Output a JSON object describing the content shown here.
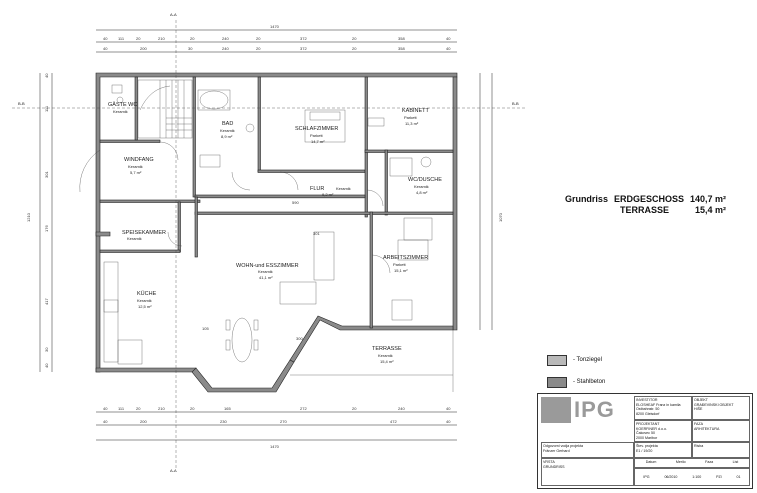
{
  "sections": {
    "aa": "A-A",
    "bb": "B-B"
  },
  "rooms": [
    {
      "id": "gaste-wc",
      "name": "GÄSTE WC",
      "floor": "Keramik"
    },
    {
      "id": "bad",
      "name": "BAD",
      "floor": "Keramik",
      "area": "8,9 m²"
    },
    {
      "id": "schlafzimmer",
      "name": "SCHLAFZIMMER",
      "floor": "Parkett",
      "area": "14,7 m²"
    },
    {
      "id": "kabinett",
      "name": "KABINETT",
      "floor": "Parkett",
      "area": "11,3 m²"
    },
    {
      "id": "windfang",
      "name": "WINDFANG",
      "floor": "Keramik",
      "area": "5,7 m²"
    },
    {
      "id": "flur",
      "name": "FLUR",
      "floor": "Keramik",
      "area": "9,2 m²"
    },
    {
      "id": "wc-dusche",
      "name": "WC/DUSCHE",
      "floor": "Keramik",
      "area": "4,8 m²"
    },
    {
      "id": "speisekammer",
      "name": "SPEISEKAMMER",
      "floor": "Keramik"
    },
    {
      "id": "wohn",
      "name": "WOHN-und ESSZIMMER",
      "floor": "Keramik",
      "area": "41,1 m²"
    },
    {
      "id": "arbeit",
      "name": "ARBEITSZIMMER",
      "floor": "Parkett",
      "area": "15,1 m²"
    },
    {
      "id": "kuche",
      "name": "KÜCHE",
      "floor": "Keramik",
      "area": "12,5 m²"
    },
    {
      "id": "terrasse",
      "name": "TERRASSE",
      "floor": "Keramik",
      "area": "15,4 m²"
    }
  ],
  "dims": {
    "top_total": "1470",
    "top_row1": [
      "40",
      "111",
      "20",
      "210",
      "20",
      "240",
      "20",
      "372",
      "20",
      "358",
      "40"
    ],
    "top_row2": [
      "40",
      "200",
      "30",
      "240",
      "20",
      "372",
      "20",
      "358",
      "40"
    ],
    "bottom_row1": [
      "40",
      "111",
      "20",
      "210",
      "20",
      "165",
      "272",
      "20",
      "240",
      "40"
    ],
    "bottom_row2": [
      "40",
      "200",
      "230",
      "270",
      "472",
      "40"
    ],
    "bottom_total": "1470",
    "left_total": "1210",
    "right_total": "1070",
    "left_parts": [
      "40",
      "111",
      "301",
      "176",
      "417",
      "30",
      "40"
    ],
    "inner": [
      "590",
      "301",
      "300",
      "105"
    ]
  },
  "summary": {
    "label": "Grundriss",
    "floor": "ERDGESCHOSS",
    "floor_area": "140,7 m²",
    "terrace": "TERRASSE",
    "terrace_area": "15,4 m²"
  },
  "legend": [
    {
      "label": "- Tonziegel",
      "color": "#b9b9b9"
    },
    {
      "label": "- Stahlbeton",
      "color": "#8a8a8a"
    }
  ],
  "titleblock": {
    "logo": "IPG",
    "c1": [
      "INVESTITOR",
      "ELOSHEAF Franz in kamila",
      "Ostbahnstr. 50",
      "8200 Gleisdorf"
    ],
    "c2": [
      "OBJEKT",
      "GRAĐEVINSKI OBJEKT",
      "HIŠE"
    ],
    "c3": [
      "PROJEKTANT",
      "KOERFINER d.o.o.",
      "Čakovec 50",
      "2000 Maribor"
    ],
    "c4": [
      "FAZA",
      "ARHITEKTURA"
    ],
    "c5": [
      "Odgovorni vodja projekta",
      "Fränzer Gerhard"
    ],
    "c6": [
      "Štev. projekta",
      "E1 / 19/20"
    ],
    "c7": [
      "Risba"
    ],
    "c8": [
      "VRSTA",
      "GRUNDRISS"
    ],
    "c9": [
      "Datum",
      "Merilo",
      "Faza",
      "List"
    ],
    "c10": [
      "IPG",
      "06/2010",
      "1:100",
      "PZI",
      "01"
    ]
  }
}
